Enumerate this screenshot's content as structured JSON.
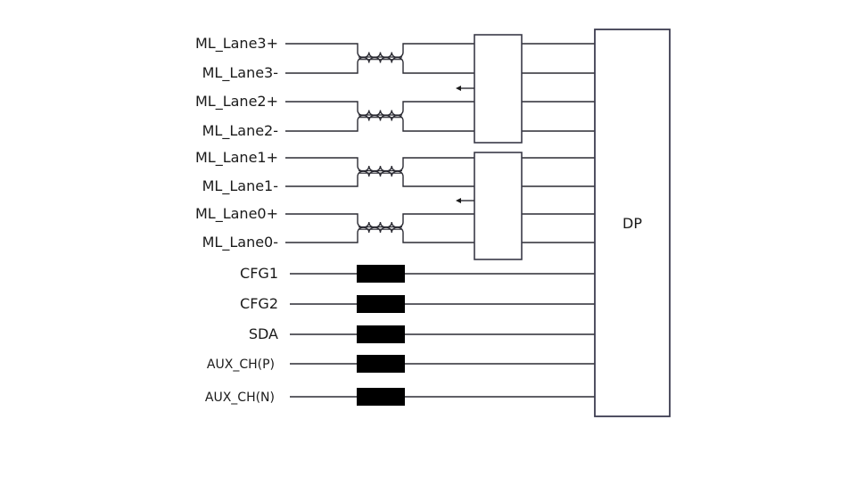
{
  "diagram": {
    "title": "",
    "connector": {
      "label": "DP"
    },
    "differential_lanes": [
      {
        "pos": "ML_Lane3+",
        "neg": "ML_Lane3-"
      },
      {
        "pos": "ML_Lane2+",
        "neg": "ML_Lane2-"
      },
      {
        "pos": "ML_Lane1+",
        "neg": "ML_Lane1-"
      },
      {
        "pos": "ML_Lane0+",
        "neg": "ML_Lane0-"
      }
    ],
    "esd_blocks": [
      {
        "lanes": [
          "ML_Lane3",
          "ML_Lane2"
        ],
        "ground_arrow": "left"
      },
      {
        "lanes": [
          "ML_Lane1",
          "ML_Lane0"
        ],
        "ground_arrow": "left"
      }
    ],
    "components": {
      "lane_filter": "common-mode-choke",
      "single_line_filter": "resistor"
    },
    "single_signals": [
      {
        "label": "CFG1"
      },
      {
        "label": "CFG2"
      },
      {
        "label": "SDA"
      },
      {
        "label": "AUX_CH(P)"
      },
      {
        "label": "AUX_CH(N)"
      }
    ]
  }
}
